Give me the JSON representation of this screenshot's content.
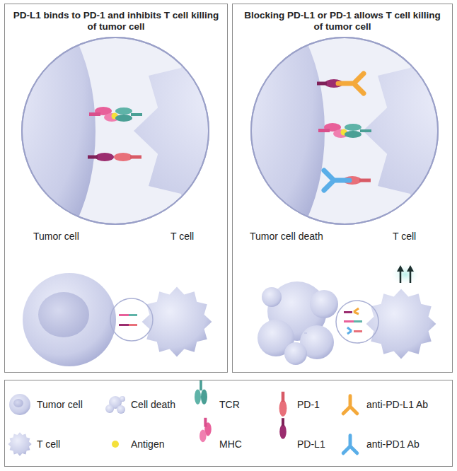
{
  "diagram": {
    "nodes": [
      {
        "text": [
          "PD-L1 binds to PD-1 and inhibits T cell killing of tumor cell",
          "Tumor cell",
          "T cell"
        ]
      },
      {
        "text": [
          "Blocking PD-L1 or PD-1 allows T cell killing of tumor cell",
          "Tumor cell death",
          "T cell"
        ]
      }
    ],
    "legend": [
      {
        "text": "Tumor cell"
      },
      {
        "text": "Cell death"
      },
      {
        "text": "TCR"
      },
      {
        "text": "PD-1"
      },
      {
        "text": "anti-PD-L1 Ab"
      },
      {
        "text": "T cell"
      },
      {
        "text": "Antigen"
      },
      {
        "text": "MHC"
      },
      {
        "text": "PD-L1"
      },
      {
        "text": "anti-PD1 Ab"
      }
    ]
  }
}
